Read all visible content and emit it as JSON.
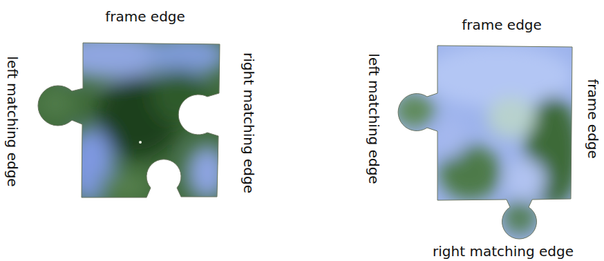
{
  "diagram": {
    "labels": [
      "frame edge",
      "left matching edge",
      "right matching edge",
      "frame edge",
      "left matching edge",
      "frame edge",
      "right matching edge"
    ]
  }
}
